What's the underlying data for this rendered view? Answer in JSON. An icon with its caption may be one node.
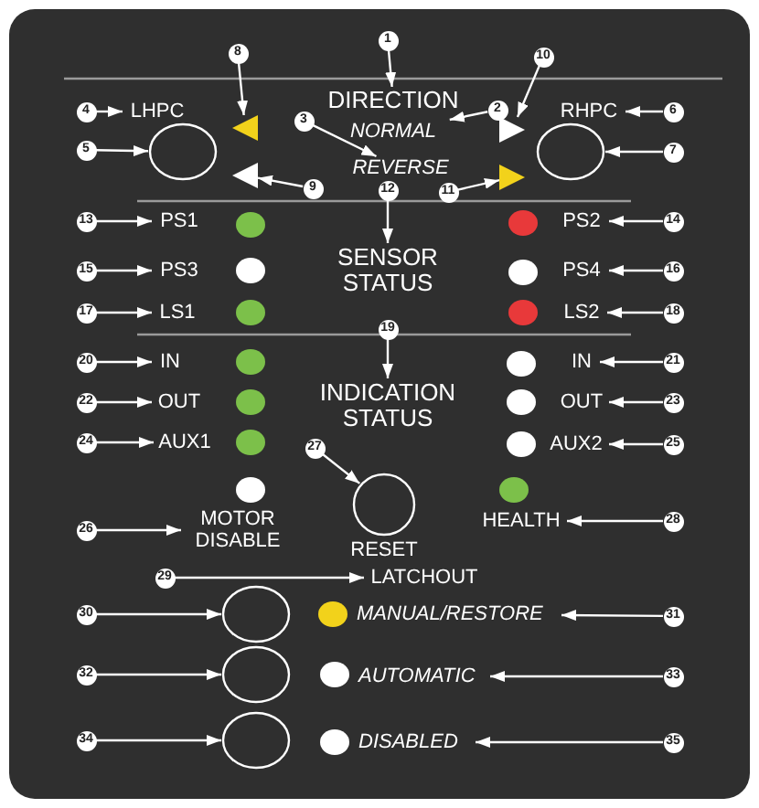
{
  "diagram": {
    "nodes": [
      {
        "text": [
          "1"
        ]
      },
      {
        "text": [
          "8"
        ]
      },
      {
        "text": [
          "10"
        ]
      },
      {
        "text": [
          "DIRECTION"
        ]
      },
      {
        "text": [
          "2"
        ]
      },
      {
        "text": [
          "4"
        ]
      },
      {
        "text": [
          "LHPC"
        ]
      },
      {
        "text": [],
        "shape": "triangle"
      },
      {
        "text": [
          "NORMAL"
        ]
      },
      {
        "text": [],
        "shape": "triangle"
      },
      {
        "text": [
          "RHPC"
        ]
      },
      {
        "text": [
          "6"
        ]
      },
      {
        "text": [
          "3"
        ]
      },
      {
        "text": [
          "5"
        ]
      },
      {
        "text": [],
        "shape": "circle"
      },
      {
        "text": [],
        "shape": "circle"
      },
      {
        "text": [
          "7"
        ]
      },
      {
        "text": [],
        "shape": "triangle"
      },
      {
        "text": [
          "REVERSE"
        ]
      },
      {
        "text": [],
        "shape": "triangle"
      },
      {
        "text": [
          "9"
        ]
      },
      {
        "text": [
          "11"
        ]
      },
      {
        "text": [
          "12"
        ]
      },
      {
        "text": [
          "13"
        ]
      },
      {
        "text": [
          "PS1"
        ]
      },
      {
        "text": [
          "PS2"
        ]
      },
      {
        "text": [
          "14"
        ]
      },
      {
        "text": [
          "SENSOR STATUS"
        ]
      },
      {
        "text": [
          "15"
        ]
      },
      {
        "text": [
          "PS3"
        ]
      },
      {
        "text": [
          "PS4"
        ]
      },
      {
        "text": [
          "16"
        ]
      },
      {
        "text": [
          "17"
        ]
      },
      {
        "text": [
          "LS1"
        ]
      },
      {
        "text": [
          "LS2"
        ]
      },
      {
        "text": [
          "18"
        ]
      },
      {
        "text": [
          "19"
        ]
      },
      {
        "text": [
          "20"
        ]
      },
      {
        "text": [
          "IN"
        ]
      },
      {
        "text": [
          "IN"
        ]
      },
      {
        "text": [
          "21"
        ]
      },
      {
        "text": [
          "INDICATION STATUS"
        ]
      },
      {
        "text": [
          "22"
        ]
      },
      {
        "text": [
          "OUT"
        ]
      },
      {
        "text": [
          "OUT"
        ]
      },
      {
        "text": [
          "23"
        ]
      },
      {
        "text": [
          "24"
        ]
      },
      {
        "text": [
          "AUX1"
        ]
      },
      {
        "text": [
          "AUX2"
        ]
      },
      {
        "text": [
          "25"
        ]
      },
      {
        "text": [
          "27"
        ]
      },
      {
        "text": [
          "RESET"
        ]
      },
      {
        "text": [
          "26"
        ]
      },
      {
        "text": [
          "MOTOR DISABLE"
        ]
      },
      {
        "text": [
          "HEALTH"
        ]
      },
      {
        "text": [
          "28"
        ]
      },
      {
        "text": [
          "29"
        ]
      },
      {
        "text": [
          "LATCHOUT"
        ]
      },
      {
        "text": [
          "30"
        ]
      },
      {
        "text": [],
        "shape": "circle"
      },
      {
        "text": [
          "MANUAL/RESTORE"
        ]
      },
      {
        "text": [
          "31"
        ]
      },
      {
        "text": [
          "32"
        ]
      },
      {
        "text": [],
        "shape": "circle"
      },
      {
        "text": [
          "AUTOMATIC"
        ]
      },
      {
        "text": [
          "33"
        ]
      },
      {
        "text": [
          "34"
        ]
      },
      {
        "text": [],
        "shape": "circle"
      },
      {
        "text": [
          "DISABLED"
        ]
      },
      {
        "text": [
          "35"
        ]
      }
    ],
    "edges": [
      {
        "from": 0,
        "to": 3,
        "arrow": "to"
      },
      {
        "from": 4,
        "to": 8,
        "arrow": "to"
      },
      {
        "from": 12,
        "to": 18,
        "arrow": "to"
      },
      {
        "from": 5,
        "to": 6,
        "arrow": "to"
      },
      {
        "from": 13,
        "to": 14,
        "arrow": "to"
      },
      {
        "from": 11,
        "to": 10,
        "arrow": "to"
      },
      {
        "from": 16,
        "to": 15,
        "arrow": "to"
      },
      {
        "from": 1,
        "to": 7,
        "arrow": "to"
      },
      {
        "from": 20,
        "to": 17,
        "arrow": "to"
      },
      {
        "from": 2,
        "to": 9,
        "arrow": "to"
      },
      {
        "from": 21,
        "to": 19,
        "arrow": "to"
      },
      {
        "from": 22,
        "to": 27,
        "arrow": "to"
      },
      {
        "from": 23,
        "to": 24,
        "arrow": "to"
      },
      {
        "from": 26,
        "to": 25,
        "arrow": "to"
      },
      {
        "from": 28,
        "to": 29,
        "arrow": "to"
      },
      {
        "from": 31,
        "to": 30,
        "arrow": "to"
      },
      {
        "from": 32,
        "to": 33,
        "arrow": "to"
      },
      {
        "from": 35,
        "to": 34,
        "arrow": "to"
      },
      {
        "from": 36,
        "to": 41,
        "arrow": "to"
      },
      {
        "from": 37,
        "to": 38,
        "arrow": "to"
      },
      {
        "from": 40,
        "to": 39,
        "arrow": "to"
      },
      {
        "from": 42,
        "to": 43,
        "arrow": "to"
      },
      {
        "from": 45,
        "to": 44,
        "arrow": "to"
      },
      {
        "from": 46,
        "to": 47,
        "arrow": "to"
      },
      {
        "from": 49,
        "to": 48,
        "arrow": "to"
      },
      {
        "from": 52,
        "to": 53,
        "arrow": "to"
      },
      {
        "from": 50,
        "to": 51,
        "arrow": "to"
      },
      {
        "from": 55,
        "to": 54,
        "arrow": "to"
      },
      {
        "from": 56,
        "to": 57,
        "arrow": "to"
      },
      {
        "from": 58,
        "to": 59,
        "arrow": "to"
      },
      {
        "from": 61,
        "to": 60,
        "arrow": "to"
      },
      {
        "from": 62,
        "to": 63,
        "arrow": "to"
      },
      {
        "from": 65,
        "to": 64,
        "arrow": "to"
      },
      {
        "from": 66,
        "to": 67,
        "arrow": "to"
      },
      {
        "from": 69,
        "to": 68,
        "arrow": "to"
      }
    ]
  }
}
